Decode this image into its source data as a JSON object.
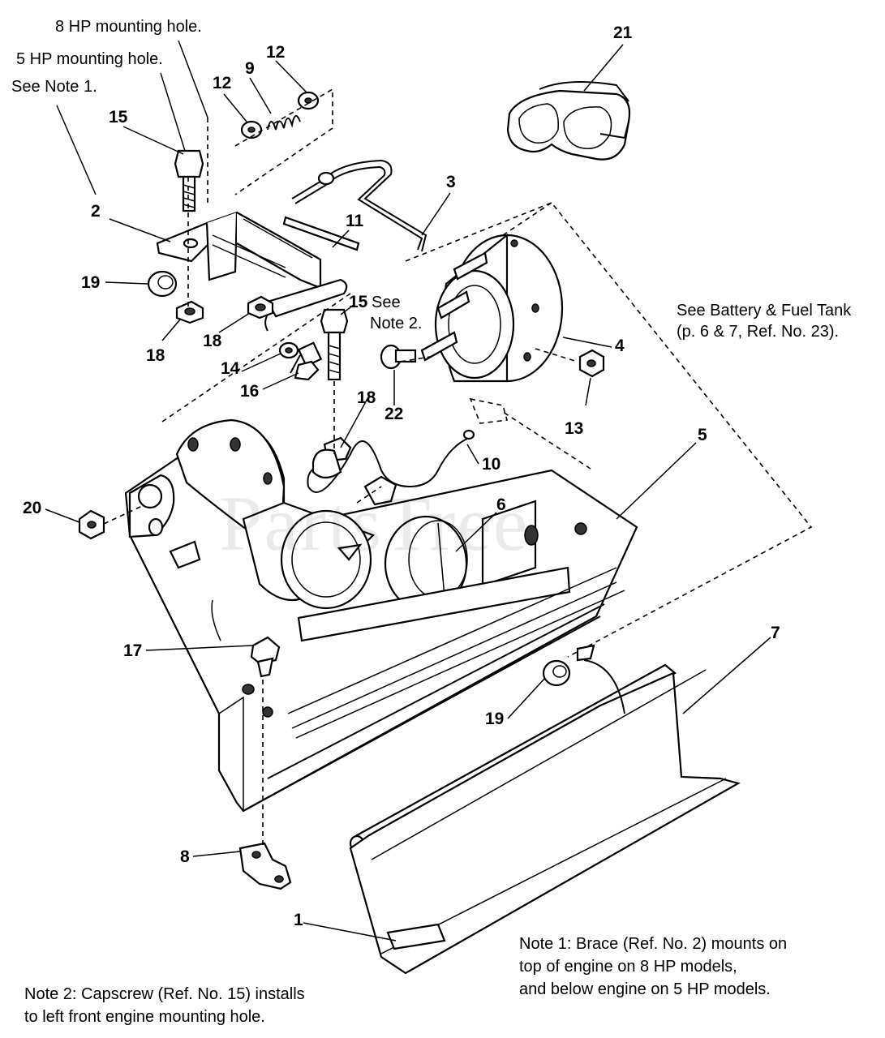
{
  "callouts": {
    "c8hp": "8 HP mounting hole.",
    "c5hp": "5 HP mounting hole.",
    "see_note1": "See Note 1.",
    "n15a": "15",
    "n2": "2",
    "n12a": "12",
    "n9": "9",
    "n12b": "12",
    "n21": "21",
    "n3": "3",
    "n11": "11",
    "n19a": "19",
    "n18a": "18",
    "n18b": "18",
    "n15b": "15",
    "see_note2_a": "See",
    "see_note2_b": "Note 2.",
    "n14": "14",
    "n16": "16",
    "n22": "22",
    "n4": "4",
    "n13": "13",
    "n18c": "18",
    "n10": "10",
    "n5": "5",
    "n6": "6",
    "n20": "20",
    "n17": "17",
    "n7": "7",
    "n19b": "19",
    "n8": "8",
    "n1": "1",
    "battery_ref_1": "See Battery & Fuel Tank",
    "battery_ref_2": "(p. 6 & 7, Ref. No. 23)."
  },
  "notes": {
    "note1_l1": "Note 1: Brace (Ref. No. 2) mounts on",
    "note1_l2": "top of engine on 8 HP models,",
    "note1_l3": "and below engine on 5 HP models.",
    "note2_l1": "Note 2: Capscrew (Ref. No. 15) installs",
    "note2_l2": "to left front engine mounting hole."
  },
  "watermark": "PartsTree"
}
